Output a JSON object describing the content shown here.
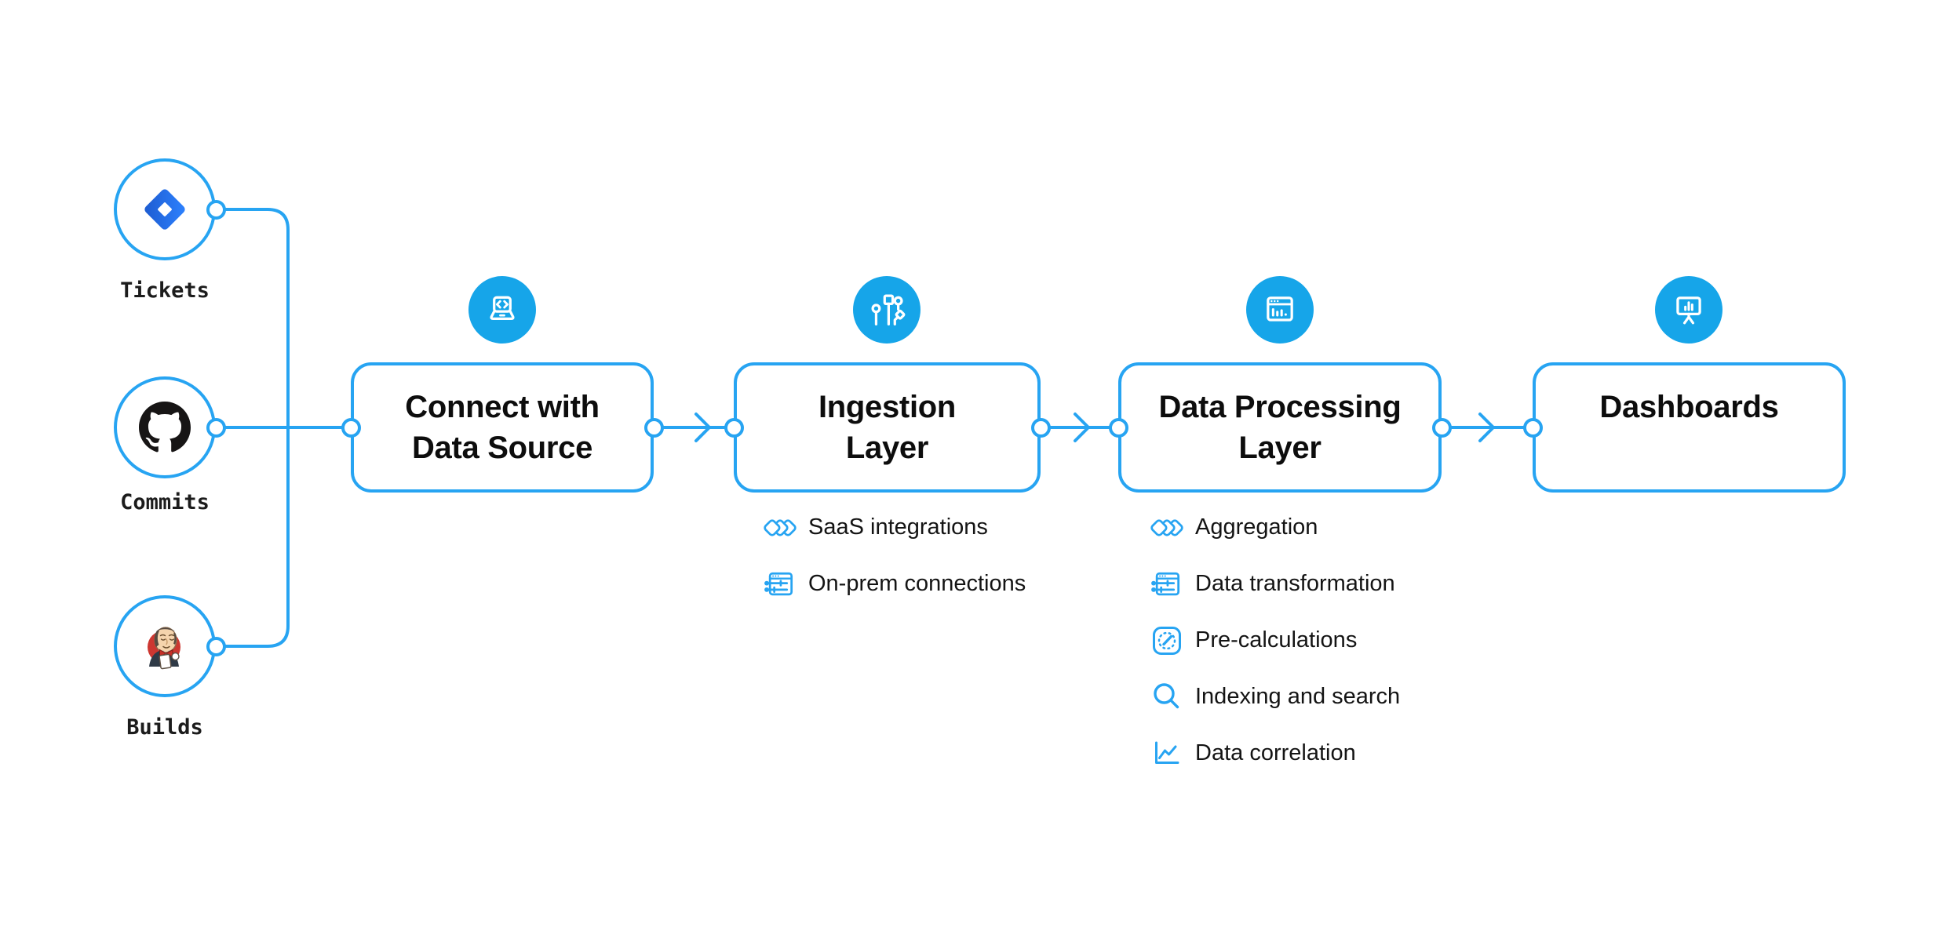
{
  "colors": {
    "line_blue": "#27a4f2",
    "icon_circle_fill": "#16a5e9",
    "title_color": "#0d0d0d",
    "text_color": "#141414",
    "jira_blue_light": "#2d82ff",
    "jira_blue_dark": "#1d5bd0",
    "github_black": "#171515",
    "jenkins_red": "#cd3731"
  },
  "sources": [
    {
      "label": "Tickets",
      "icon": "jira-icon"
    },
    {
      "label": "Commits",
      "icon": "github-icon"
    },
    {
      "label": "Builds",
      "icon": "jenkins-icon"
    }
  ],
  "stages": [
    {
      "icon": "laptop-code-icon",
      "title_lines": [
        "Connect with",
        "Data Source"
      ],
      "features": []
    },
    {
      "icon": "data-streams-icon",
      "title_lines": [
        "Ingestion",
        "Layer"
      ],
      "features": [
        {
          "icon": "diamonds-icon",
          "label": "SaaS integrations"
        },
        {
          "icon": "window-sliders-icon",
          "label": "On-prem connections"
        }
      ]
    },
    {
      "icon": "window-chart-icon",
      "title_lines": [
        "Data Processing",
        "Layer"
      ],
      "features": [
        {
          "icon": "diamonds-icon",
          "label": "Aggregation"
        },
        {
          "icon": "window-sliders-icon",
          "label": "Data transformation"
        },
        {
          "icon": "gauge-icon",
          "label": "Pre-calculations"
        },
        {
          "icon": "magnifier-icon",
          "label": "Indexing and search"
        },
        {
          "icon": "line-chart-icon",
          "label": "Data correlation"
        }
      ]
    },
    {
      "icon": "presentation-chart-icon",
      "title_lines": [
        "Dashboards"
      ],
      "features": []
    }
  ]
}
